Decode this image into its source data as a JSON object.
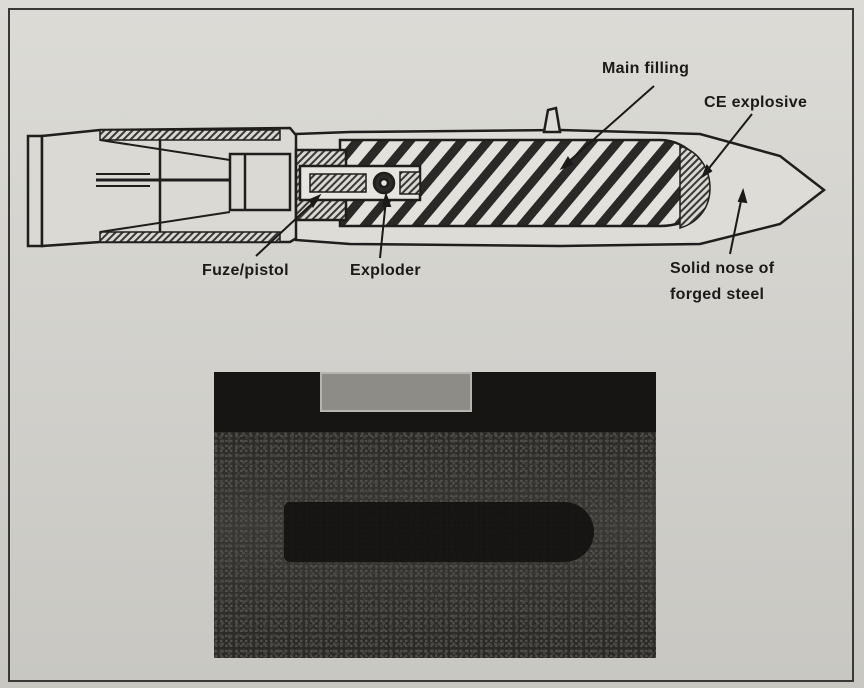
{
  "labels": {
    "main_filling": "Main filling",
    "ce_explosive": "CE explosive",
    "fuze_pistol": "Fuze/pistol",
    "exploder": "Exploder",
    "solid_nose_line1": "Solid nose of",
    "solid_nose_line2": "forged steel"
  },
  "colors": {
    "ink": "#1b1a19",
    "paper": "#d6d5d0",
    "photo_dark": "#161513"
  }
}
